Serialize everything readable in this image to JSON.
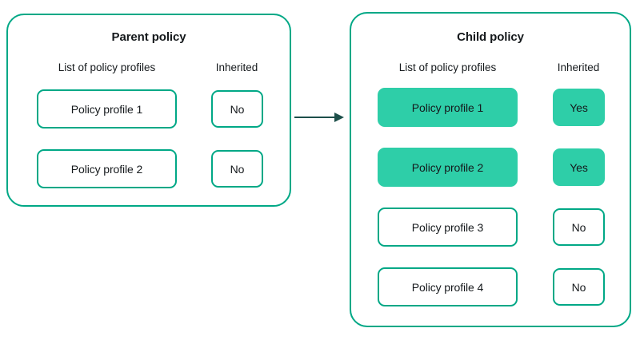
{
  "theme": {
    "accent_border": "#00a886",
    "accent_fill": "#2ecea8",
    "text": "#15191c",
    "arrow": "#1d4f4a",
    "background": "#ffffff"
  },
  "diagram": {
    "type": "policy-inheritance-flow",
    "arrow": {
      "name": "inheritance-arrow",
      "direction": "left-to-right",
      "from": "Parent policy",
      "to": "Child policy"
    },
    "panels": [
      {
        "id": "parent",
        "title": "Parent policy",
        "columns": {
          "profiles": "List of policy profiles",
          "inherited": "Inherited"
        },
        "rows": [
          {
            "profile": "Policy profile 1",
            "inherited": "No",
            "highlighted": false
          },
          {
            "profile": "Policy profile 2",
            "inherited": "No",
            "highlighted": false
          }
        ]
      },
      {
        "id": "child",
        "title": "Child policy",
        "columns": {
          "profiles": "List of policy profiles",
          "inherited": "Inherited"
        },
        "rows": [
          {
            "profile": "Policy profile 1",
            "inherited": "Yes",
            "highlighted": true
          },
          {
            "profile": "Policy profile 2",
            "inherited": "Yes",
            "highlighted": true
          },
          {
            "profile": "Policy profile 3",
            "inherited": "No",
            "highlighted": false
          },
          {
            "profile": "Policy profile 4",
            "inherited": "No",
            "highlighted": false
          }
        ]
      }
    ]
  }
}
